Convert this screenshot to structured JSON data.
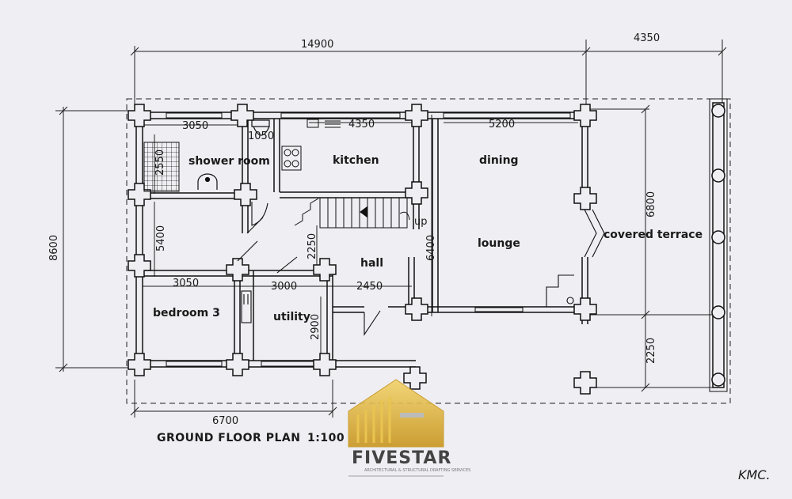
{
  "drawing": {
    "title": "GROUND FLOOR PLAN",
    "scale": "1:100",
    "signature": "KMC.",
    "rooms": {
      "shower_room": "shower room",
      "kitchen": "kitchen",
      "dining": "dining",
      "lounge": "lounge",
      "covered_terrace": "covered terrace",
      "hall": "hall",
      "bedroom_3": "bedroom 3",
      "utility": "utility"
    },
    "stair_label": "up",
    "dimensions": {
      "overall_width": "14900",
      "terrace_width": "4350",
      "overall_depth": "8600",
      "bottom_width": "6700",
      "shower_width": "3050",
      "shower_window": "1050",
      "kitchen_width": "4350",
      "dining_width": "5200",
      "shower_depth": "2550",
      "bedroom_depth": "5400",
      "bedroom_width": "3050",
      "utility_width": "3000",
      "hall_width": "2450",
      "hall_depth": "2250",
      "utility_depth": "2900",
      "lounge_depth": "6400",
      "terrace_depth": "6800",
      "terrace_lower": "2250"
    }
  },
  "logo": {
    "name": "FIVESTAR",
    "tagline": "ARCHITECTURAL & STRUCTURAL DRAFTING SERVICES"
  },
  "colors": {
    "paper": "#eeeef3",
    "ink": "#1a1a1a",
    "logo_gold": "#e0b43a"
  }
}
